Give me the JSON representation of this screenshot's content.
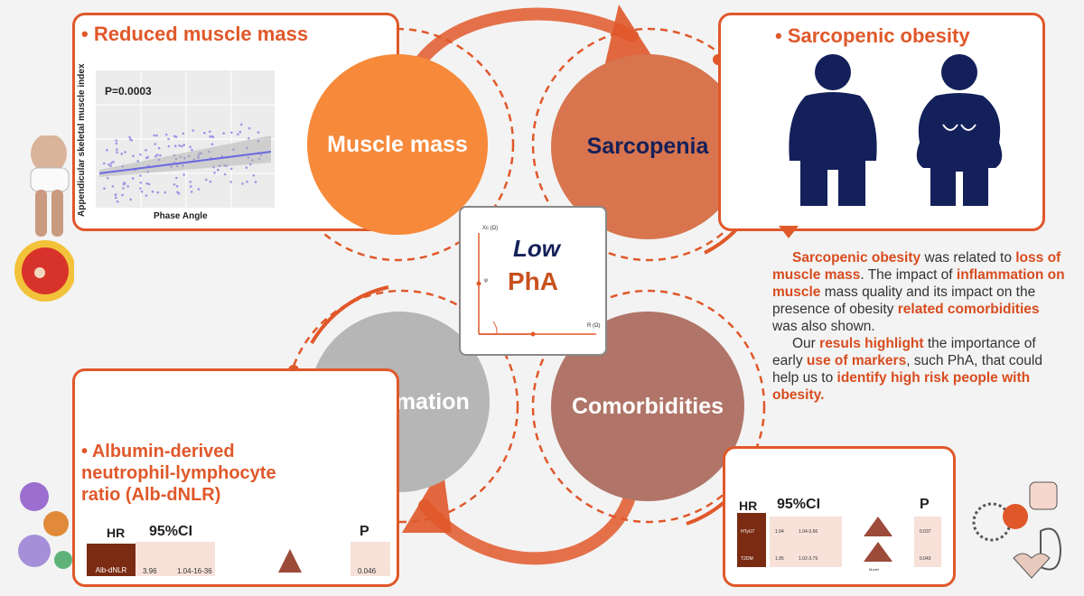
{
  "top_left": {
    "title": "Reduced muscle mass"
  },
  "scatter": {
    "annotation": "P=0.0003",
    "xlabel": "Phase Angle",
    "ylabel": "Appendicular skeletal muscle index"
  },
  "circles": {
    "muscle": "Muscle mass",
    "sarcopenia": "Sarcopenia",
    "inflammation": "Inflammation",
    "comorbidities": "Comorbidities"
  },
  "center": {
    "low": "Low",
    "pha": "PhA",
    "axis_y": "Xc (Ω)",
    "axis_x": "R (Ω)",
    "angle": "φ"
  },
  "top_right": {
    "title": "Sarcopenic obesity"
  },
  "summary": {
    "p1": [
      "Sarcopenic obesity",
      " was related to ",
      "loss of muscle mass",
      ". The impact of ",
      "inflammation on muscle",
      " mass quality and its impact on the presence of obesity ",
      "related comorbidities",
      " was also shown."
    ],
    "p2": [
      "Our ",
      "resuls highlight",
      " the importance of early ",
      "use of markers",
      ", such PhA, that could help us to ",
      "identify high risk people with obesity."
    ]
  },
  "bottom_left": {
    "title": "Albumin-derived neutrophil-lymphocyte ratio (Alb-dNLR)",
    "table": {
      "hr": "HR",
      "ci": "95%CI",
      "p": "P",
      "row": {
        "label": "Alb-dNLR",
        "hr": "3.96",
        "ci": "1.04-16-36",
        "p": "0.046"
      }
    }
  },
  "bottom_right": {
    "table": {
      "hr": "HR",
      "ci": "95%CI",
      "p": "P",
      "rows": [
        {
          "label": "HTyU7",
          "hr": "1.94",
          "ci": "1.04-3.66",
          "p": "0.037"
        },
        {
          "label": "T2DM",
          "hr": "1.95",
          "ci": "1.02-3.79",
          "p": "0.043"
        }
      ],
      "footer": "Model"
    }
  },
  "colors": {
    "accent": "#e0582a",
    "muscle": "#f7893a",
    "sarcopenia": "#d8744e",
    "inflammation": "#b6b6b6",
    "comorbidities": "#b07568",
    "navy": "#14205a",
    "table_dark": "#7a2b12"
  }
}
